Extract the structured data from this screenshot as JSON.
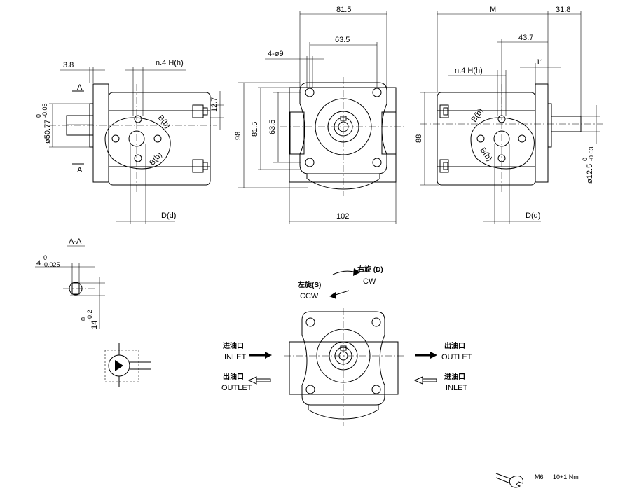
{
  "dims": {
    "w815": "81.5",
    "w635": "63.5",
    "phi9": "4-ø9",
    "nh": "n.4  H(h)",
    "d38": "3.8",
    "d127": "12.7",
    "d98": "98",
    "d815v": "81.5",
    "d635v": "63.5",
    "d102": "102",
    "dd": "D(d)",
    "bb": "B(b)",
    "bA": "A",
    "phi5077": "ø50.77",
    "tol5077_hi": "0",
    "tol5077_lo": "-0.05",
    "m": "M",
    "d318": "31.8",
    "d437": "43.7",
    "d11": "11",
    "d88": "88",
    "phi125": "ø12.5",
    "tol125_hi": "0",
    "tol125_lo": "-0.03"
  },
  "section": {
    "title": "A-A",
    "key": "4",
    "key_hi": "0",
    "key_lo": "-0.025",
    "depth": "14",
    "depth_hi": "0",
    "depth_lo": "-0.2"
  },
  "rotation": {
    "right_cn": "右旋 (D)",
    "right_en": "CW",
    "left_cn": "左旋(S)",
    "left_en": "CCW"
  },
  "ports": {
    "inlet_cn": "进油口",
    "inlet_en": "INLET",
    "outlet_cn": "出油口",
    "outlet_en": "OUTLET"
  },
  "torque": {
    "bolt": "M6",
    "value": "10+1 Nm"
  }
}
